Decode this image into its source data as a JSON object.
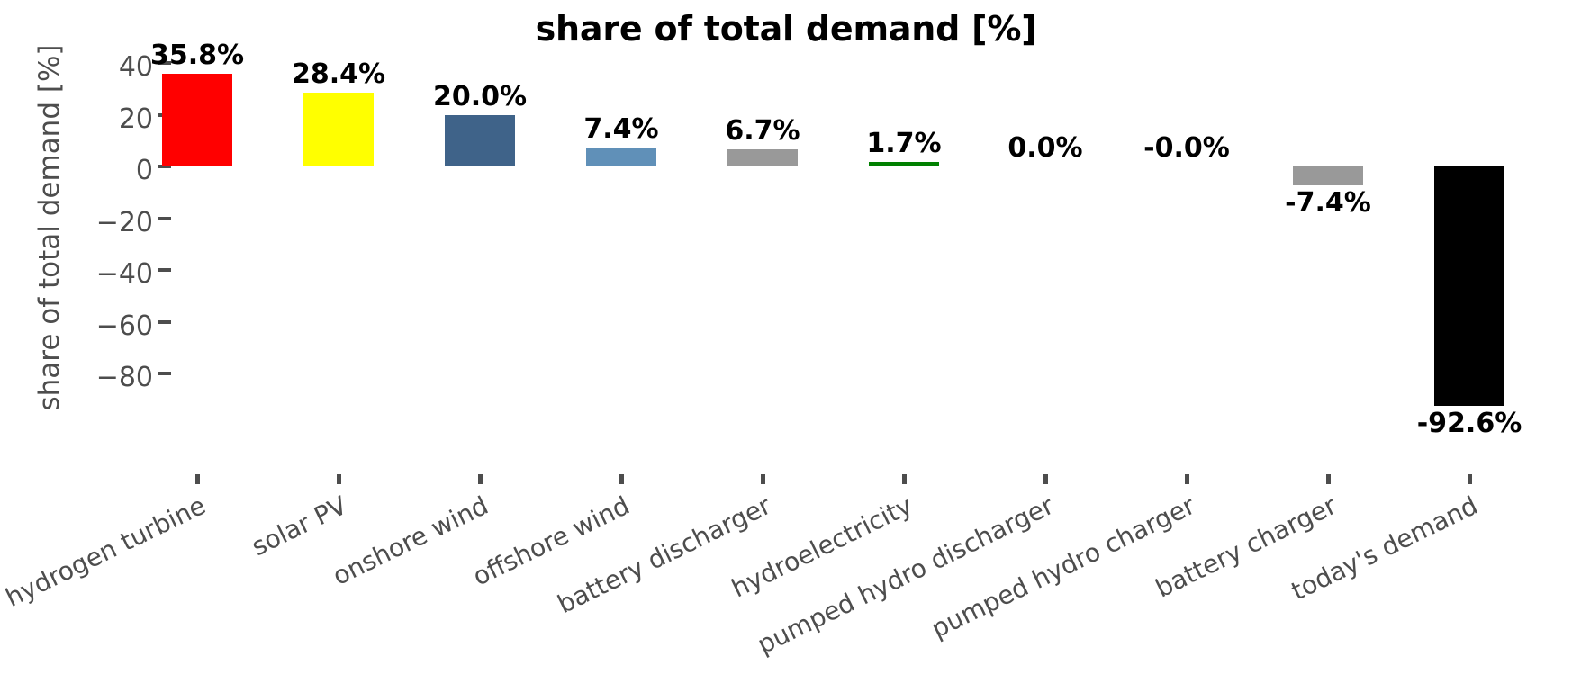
{
  "chart_data": {
    "type": "bar",
    "title": "share of total demand [%]",
    "xlabel": "",
    "ylabel": "share of total demand [%]",
    "ylim": [
      -100,
      45
    ],
    "grid": false,
    "legend": "none",
    "yticks": [
      "40",
      "20",
      "0",
      "−20",
      "−40",
      "−60",
      "−80"
    ],
    "ytick_values": [
      40,
      20,
      0,
      -20,
      -40,
      -60,
      -80
    ],
    "categories": [
      "hydrogen turbine",
      "solar PV",
      "onshore wind",
      "offshore wind",
      "battery discharger",
      "hydroelectricity",
      "pumped hydro discharger",
      "pumped hydro charger",
      "battery charger",
      "today's demand"
    ],
    "values": [
      35.8,
      28.4,
      20.0,
      7.4,
      6.7,
      1.7,
      0.0,
      -0.0,
      -7.4,
      -92.6
    ],
    "data_labels": [
      "35.8%",
      "28.4%",
      "20.0%",
      "7.4%",
      "6.7%",
      "1.7%",
      "0.0%",
      "-0.0%",
      "-7.4%",
      "-92.6%"
    ],
    "colors": [
      "#ff0000",
      "#ffff00",
      "#3f6389",
      "#6090b8",
      "#999999",
      "#008000",
      "#51dbcc",
      "#51dbcc",
      "#999999",
      "#000000"
    ]
  },
  "style": {
    "axis_color": "#4d4d4d",
    "label_color": "#000000",
    "background": "#ffffff"
  }
}
